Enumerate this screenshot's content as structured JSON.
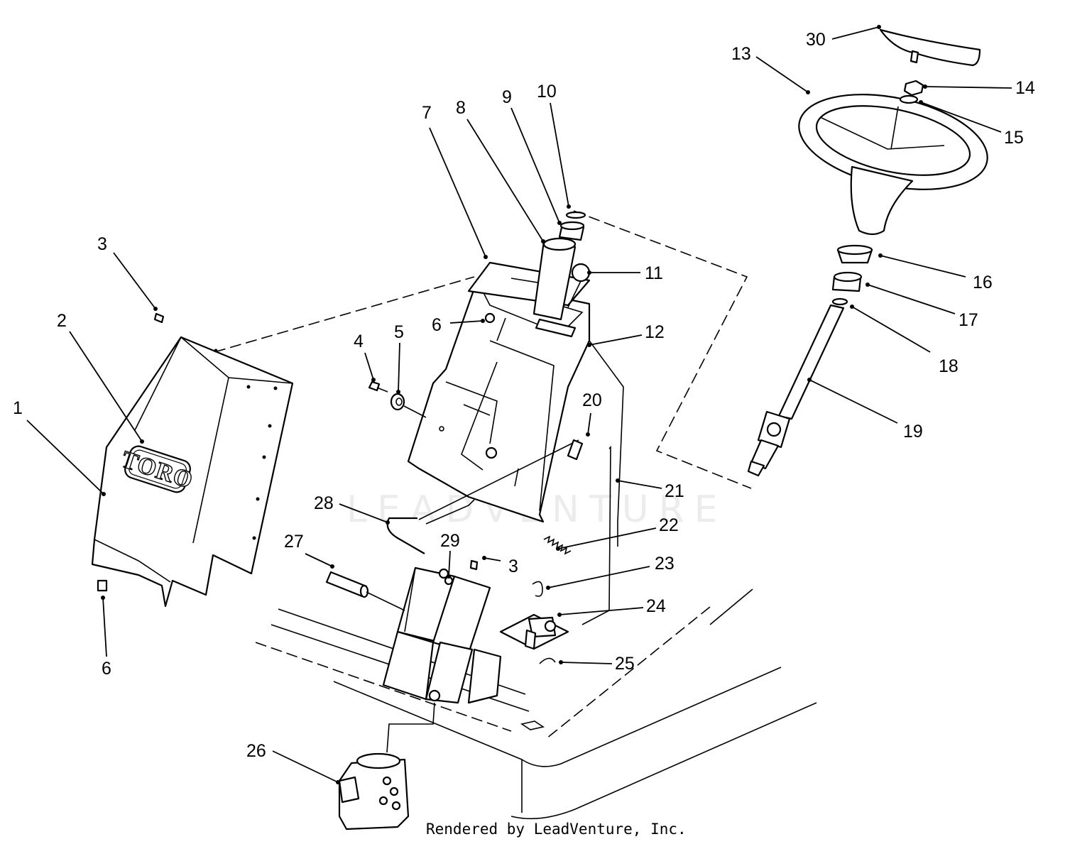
{
  "diagram": {
    "footer": "Rendered by LeadVenture, Inc.",
    "watermark": "LEADVENTURE",
    "brand_plate": "TORO",
    "callouts": [
      {
        "num": "1",
        "name": "callout-1"
      },
      {
        "num": "2",
        "name": "callout-2"
      },
      {
        "num": "3",
        "name": "callout-3-top"
      },
      {
        "num": "3",
        "name": "callout-3-lower"
      },
      {
        "num": "4",
        "name": "callout-4"
      },
      {
        "num": "5",
        "name": "callout-5"
      },
      {
        "num": "6",
        "name": "callout-6-left"
      },
      {
        "num": "6",
        "name": "callout-6-center"
      },
      {
        "num": "7",
        "name": "callout-7"
      },
      {
        "num": "8",
        "name": "callout-8"
      },
      {
        "num": "9",
        "name": "callout-9"
      },
      {
        "num": "10",
        "name": "callout-10"
      },
      {
        "num": "11",
        "name": "callout-11"
      },
      {
        "num": "12",
        "name": "callout-12"
      },
      {
        "num": "13",
        "name": "callout-13"
      },
      {
        "num": "14",
        "name": "callout-14"
      },
      {
        "num": "15",
        "name": "callout-15"
      },
      {
        "num": "16",
        "name": "callout-16"
      },
      {
        "num": "17",
        "name": "callout-17"
      },
      {
        "num": "18",
        "name": "callout-18"
      },
      {
        "num": "19",
        "name": "callout-19"
      },
      {
        "num": "20",
        "name": "callout-20"
      },
      {
        "num": "21",
        "name": "callout-21"
      },
      {
        "num": "22",
        "name": "callout-22"
      },
      {
        "num": "23",
        "name": "callout-23"
      },
      {
        "num": "24",
        "name": "callout-24"
      },
      {
        "num": "25",
        "name": "callout-25"
      },
      {
        "num": "26",
        "name": "callout-26"
      },
      {
        "num": "27",
        "name": "callout-27"
      },
      {
        "num": "28",
        "name": "callout-28"
      },
      {
        "num": "29",
        "name": "callout-29"
      },
      {
        "num": "30",
        "name": "callout-30"
      }
    ]
  }
}
